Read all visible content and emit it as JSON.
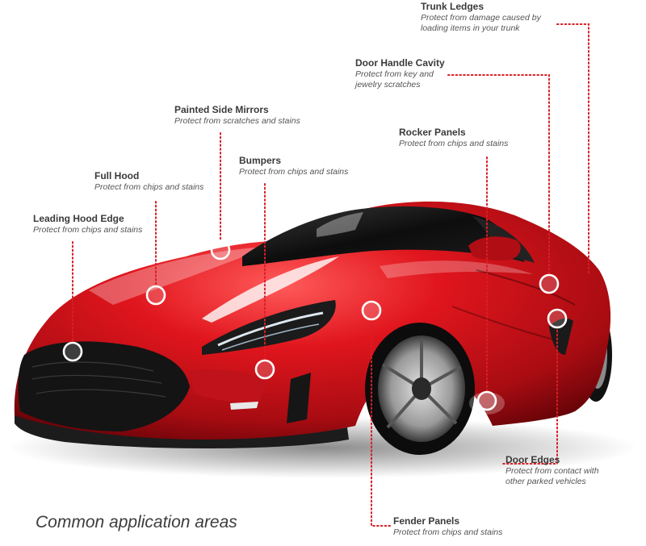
{
  "caption": "Common application areas",
  "accent_color": "#d81f26",
  "car_color": "#c8141c",
  "areas": [
    {
      "name": "Trunk Ledges",
      "desc": [
        "Protect from damage caused by",
        "loading items in your trunk"
      ]
    },
    {
      "name": "Door Handle Cavity",
      "desc": [
        "Protect from key and",
        "jewelry scratches"
      ]
    },
    {
      "name": "Painted Side Mirrors",
      "desc": [
        "Protect from scratches and stains"
      ]
    },
    {
      "name": "Rocker Panels",
      "desc": [
        "Protect from chips and stains"
      ]
    },
    {
      "name": "Bumpers",
      "desc": [
        "Protect from chips and stains"
      ]
    },
    {
      "name": "Full Hood",
      "desc": [
        "Protect from chips and stains"
      ]
    },
    {
      "name": "Leading Hood Edge",
      "desc": [
        "Protect from chips and stains"
      ]
    },
    {
      "name": "Door Edges",
      "desc": [
        "Protect from contact with",
        "other parked vehicles"
      ]
    },
    {
      "name": "Fender Panels",
      "desc": [
        "Protect from chips and stains"
      ]
    }
  ]
}
